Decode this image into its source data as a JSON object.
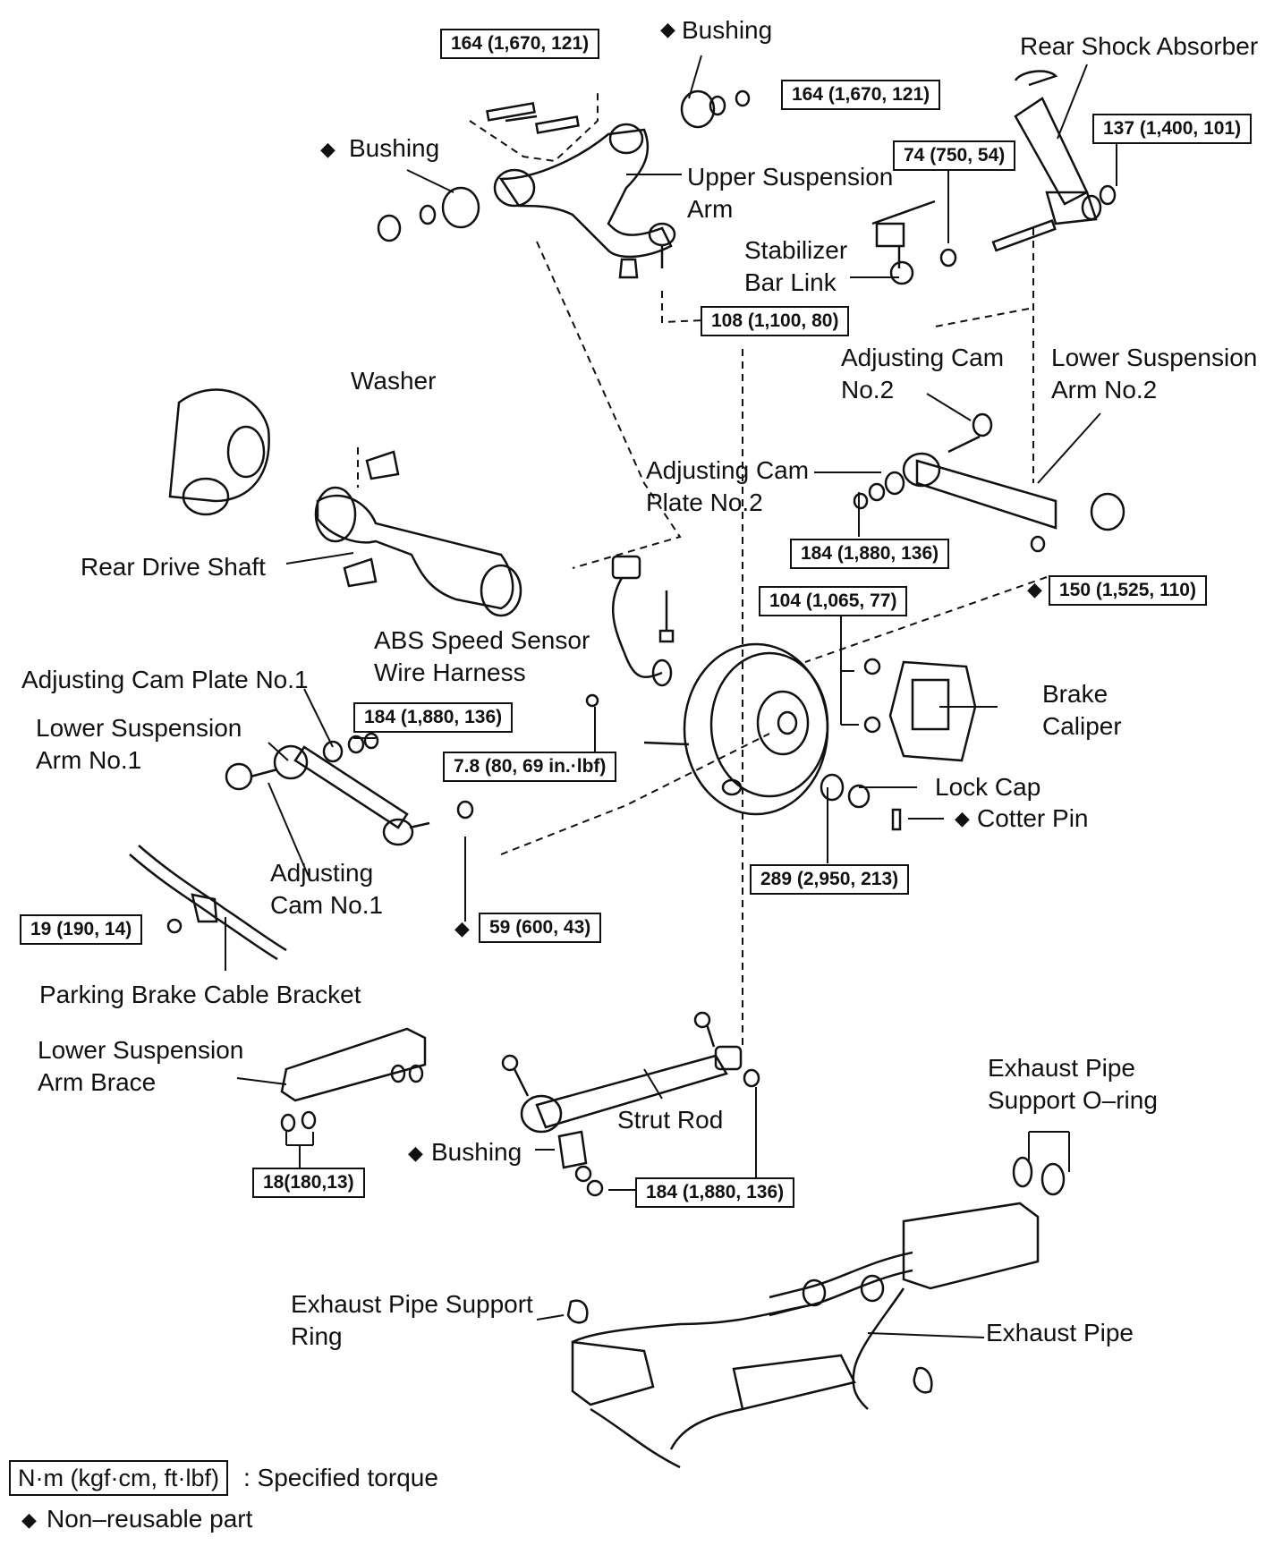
{
  "labels": {
    "bushing_top": "Bushing",
    "bushing_left": "Bushing",
    "bushing_bottom": "Bushing",
    "upper_arm_1": "Upper Suspension",
    "upper_arm_2": "Arm",
    "rear_shock": "Rear Shock Absorber",
    "stabilizer_1": "Stabilizer",
    "stabilizer_2": "Bar Link",
    "adj_cam2_1": "Adjusting Cam",
    "adj_cam2_2": "No.2",
    "lower_arm2_1": "Lower Suspension",
    "lower_arm2_2": "Arm No.2",
    "washer": "Washer",
    "adj_plate2_1": "Adjusting Cam",
    "adj_plate2_2": "Plate No.2",
    "drive_shaft": "Rear Drive Shaft",
    "abs_1": "ABS Speed Sensor",
    "abs_2": "Wire Harness",
    "adj_plate1": "Adjusting Cam Plate No.1",
    "lower_arm1_1": "Lower Suspension",
    "lower_arm1_2": "Arm No.1",
    "brake_1": "Brake",
    "brake_2": "Caliper",
    "lock_cap": "Lock Cap",
    "cotter_pin": "Cotter Pin",
    "adj_cam1_1": "Adjusting",
    "adj_cam1_2": "Cam No.1",
    "parking_bracket": "Parking Brake Cable Bracket",
    "brace_1": "Lower Suspension",
    "brace_2": "Arm Brace",
    "strut_rod": "Strut Rod",
    "oring_1": "Exhaust Pipe",
    "oring_2": "Support O–ring",
    "support_ring_1": "Exhaust Pipe Support",
    "support_ring_2": "Ring",
    "exhaust_pipe": "Exhaust Pipe"
  },
  "torques": {
    "t1": "164 (1,670, 121)",
    "t2": "164 (1,670, 121)",
    "t3": "137 (1,400, 101)",
    "t4": "74 (750, 54)",
    "t5": "108 (1,100, 80)",
    "t6": "184 (1,880, 136)",
    "t7": "150 (1,525, 110)",
    "t8": "104 (1,065, 77)",
    "t9": "184 (1,880, 136)",
    "t10": "7.8 (80, 69 in.·lbf)",
    "t11": "289 (2,950, 213)",
    "t12": "59 (600, 43)",
    "t13": "19 (190, 14)",
    "t14": "18(180,13)",
    "t15": "184 (1,880, 136)"
  },
  "legend": {
    "unit_box": "N·m (kgf·cm, ft·lbf)",
    "unit_text": ": Specified torque",
    "nonreusable": "Non–reusable part",
    "diamond": "◆"
  }
}
